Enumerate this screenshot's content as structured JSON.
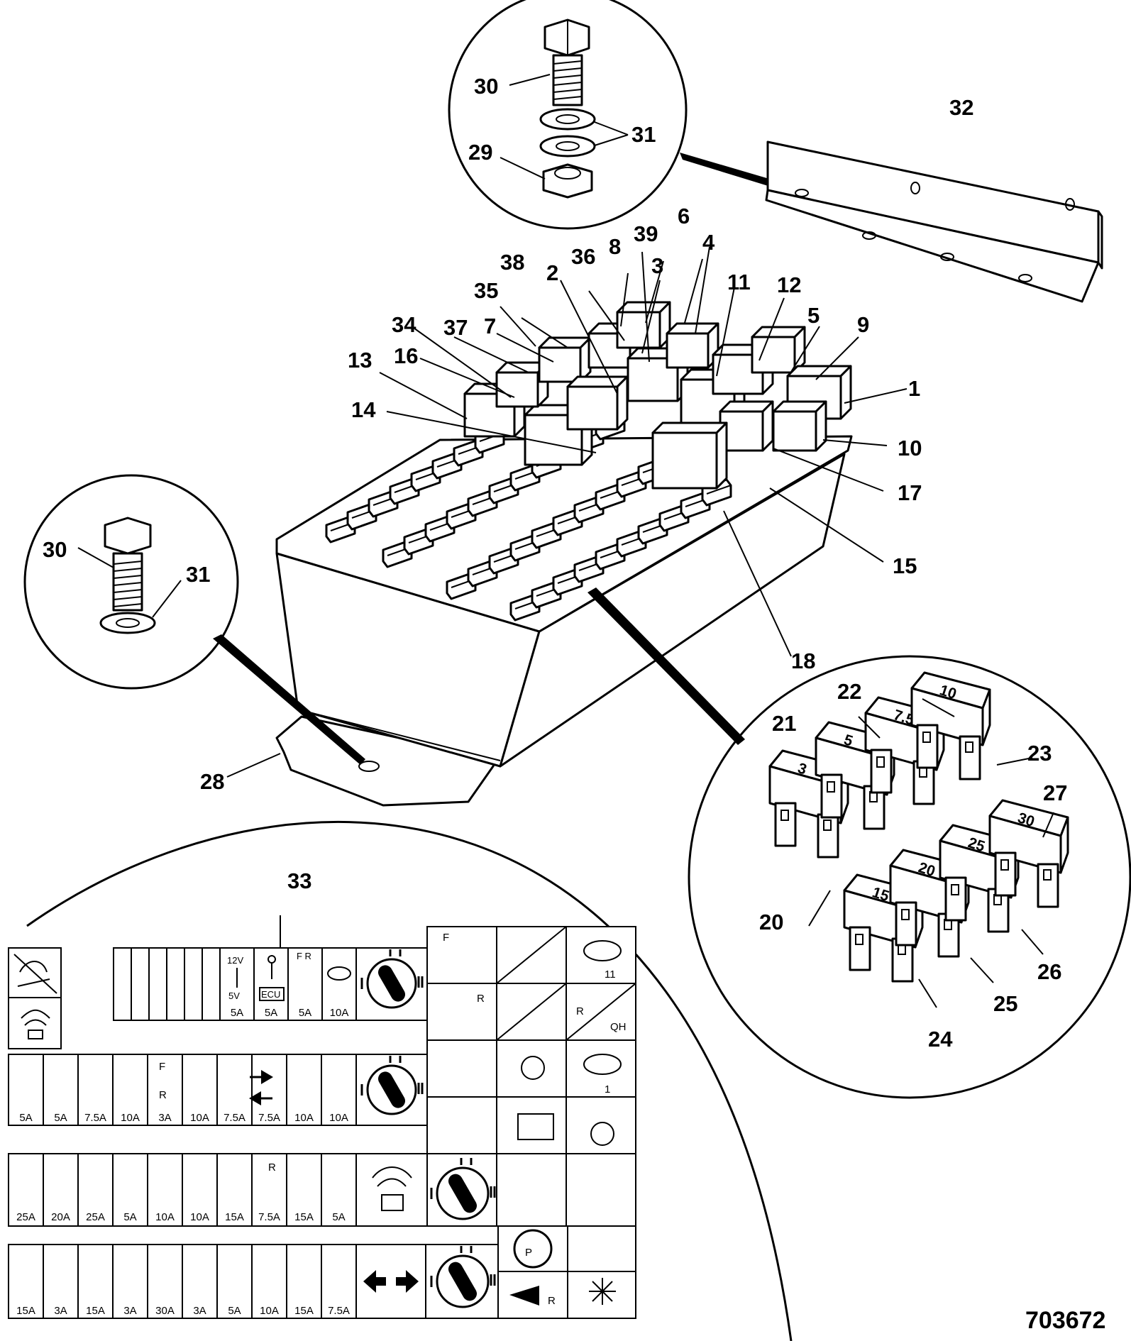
{
  "drawing_number": "703672",
  "callouts": {
    "c1": "1",
    "c2": "2",
    "c3": "3",
    "c4": "4",
    "c5": "5",
    "c6": "6",
    "c7": "7",
    "c8": "8",
    "c9": "9",
    "c10": "10",
    "c11": "11",
    "c12": "12",
    "c13": "13",
    "c14": "14",
    "c15": "15",
    "c16": "16",
    "c17": "17",
    "c18": "18",
    "c20": "20",
    "c21": "21",
    "c22": "22",
    "c23": "23",
    "c24": "24",
    "c25": "25",
    "c25b": "25",
    "c26": "26",
    "c27": "27",
    "c28": "28",
    "c29": "29",
    "c30": "30",
    "c30b": "30",
    "c31": "31",
    "c31b": "31",
    "c32": "32",
    "c33": "33",
    "c34": "34",
    "c35": "35",
    "c36": "36",
    "c37": "37",
    "c38": "38",
    "c39": "39"
  },
  "fuse_ratings": [
    "3",
    "5",
    "7.5",
    "10",
    "15",
    "20",
    "25",
    "30"
  ],
  "label_sheet": {
    "row1": {
      "voltage_top": "12V",
      "voltage_bottom": "5V",
      "ecu": "ECU",
      "fr": "F R",
      "tortoise_number": "11",
      "amps": [
        "5A",
        "5A",
        "5A",
        "10A"
      ]
    },
    "row2": {
      "f_letter": "F",
      "r_letter": "R",
      "amps": [
        "5A",
        "5A",
        "7.5A",
        "10A",
        "3A",
        "10A",
        "7.5A",
        "7.5A",
        "10A",
        "10A"
      ]
    },
    "row3": {
      "amps": [
        "25A",
        "20A",
        "25A",
        "5A",
        "10A",
        "10A",
        "15A",
        "7.5A",
        "15A",
        "5A"
      ],
      "r_letter": "R"
    },
    "row4": {
      "amps": [
        "15A",
        "3A",
        "15A",
        "3A",
        "30A",
        "3A",
        "5A",
        "10A",
        "15A",
        "7.5A"
      ]
    },
    "right_panel": {
      "seat_f": "F",
      "seat_r": "R",
      "tortoise_top": "11",
      "horn_r": "R",
      "qh": "QH",
      "tortoise_mid": "1",
      "park": "P",
      "horn_r2": "R"
    }
  }
}
